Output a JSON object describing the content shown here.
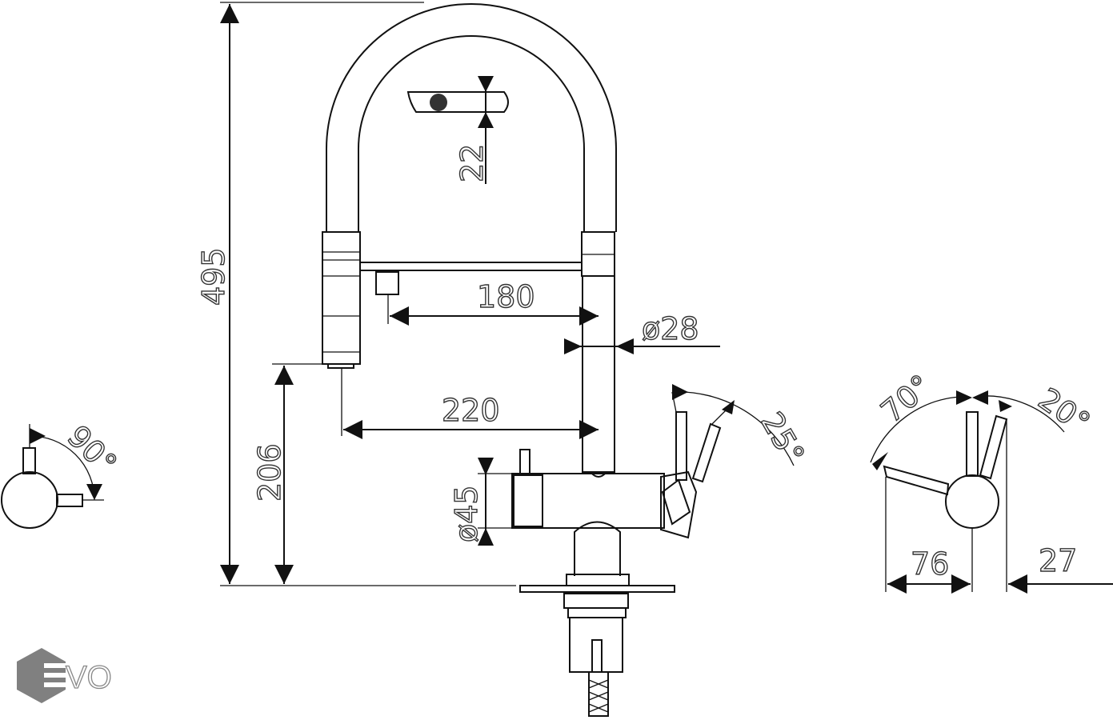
{
  "dimensions": {
    "total_height": "495",
    "spout_clearance": "206",
    "spout_reach_inner": "180",
    "spout_reach": "220",
    "body_diameter": "ø28",
    "base_diameter": "ø45",
    "hose_diameter": "22",
    "lever_angle_front": "25°",
    "lever_angle_side_left": "90°",
    "lever_angle_back": "70°",
    "lever_angle_forward": "20°",
    "lever_reach_back": "76",
    "lever_reach_forward": "27"
  },
  "logo": {
    "text": "EVO",
    "color": "#808080"
  },
  "line_color": "#111111"
}
